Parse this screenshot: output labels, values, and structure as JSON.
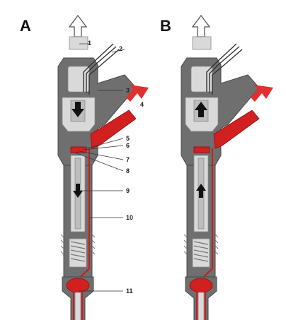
{
  "figure": {
    "panels": [
      {
        "id": "A",
        "letter": "A"
      },
      {
        "id": "B",
        "letter": "B"
      }
    ],
    "callouts": [
      "1",
      "2",
      "3",
      "4",
      "5",
      "6",
      "7",
      "8",
      "9",
      "10",
      "11"
    ],
    "colors": {
      "housing": "#6f6f6f",
      "internals": "#d9d9d9",
      "high_pressure_fuel": "#d21f1f",
      "return_arrow_outline": "#555555",
      "inlet_arrow": "#e03030",
      "motion_arrow": "#111111"
    },
    "icons": {
      "return_flow": "hollow-up-arrow-icon",
      "fuel_inlet": "red-diagonal-arrow-icon",
      "needle_motion_A": "down-arrow-icon",
      "needle_motion_B": "up-arrow-icon"
    }
  }
}
